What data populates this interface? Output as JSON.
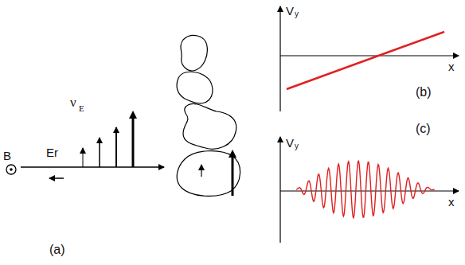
{
  "diagram": {
    "labels": [
      "B",
      "Er",
      "ν",
      "E",
      "(a)",
      "V",
      "y",
      "x",
      "(b)",
      "V",
      "y",
      "x",
      "(c)"
    ]
  }
}
